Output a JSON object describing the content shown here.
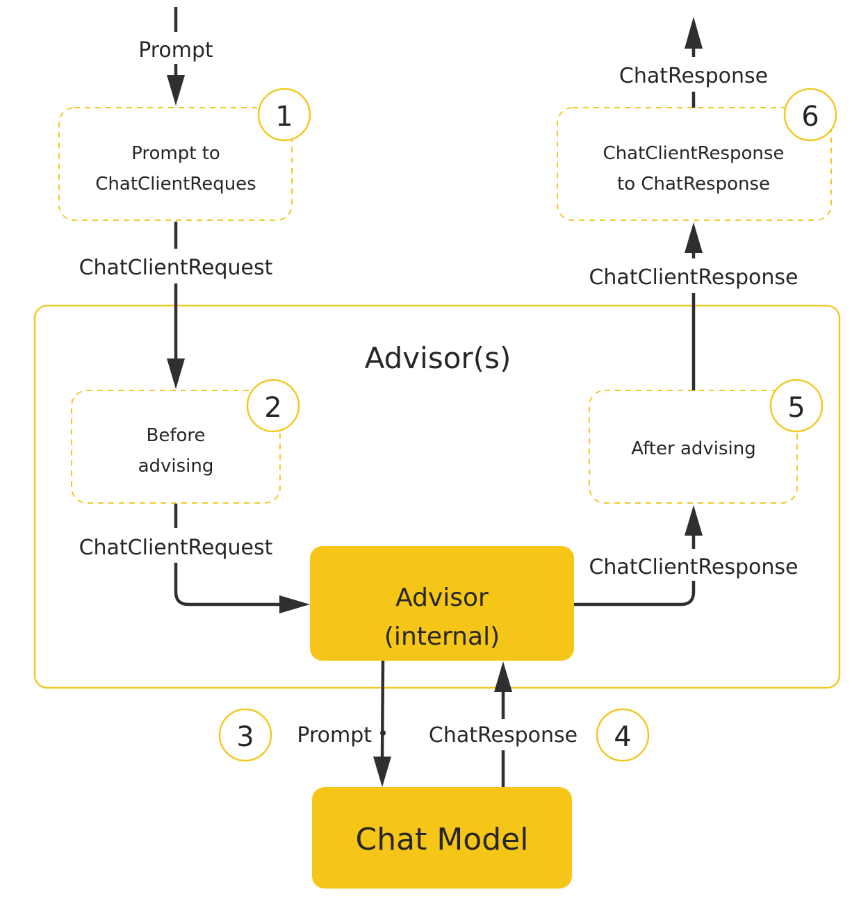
{
  "colors": {
    "accent": "#f5c518",
    "dashed_border": "#f2c924",
    "line": "#2f2f2f",
    "text": "#262626"
  },
  "container": {
    "title": "Advisor(s)"
  },
  "steps": {
    "step1": {
      "number": "1",
      "line1": "Prompt to",
      "line2": "ChatClientReques"
    },
    "step2": {
      "number": "2",
      "line1": "Before",
      "line2": "advising"
    },
    "step3": {
      "number": "3"
    },
    "step4": {
      "number": "4"
    },
    "step5": {
      "number": "5",
      "label": "After advising"
    },
    "step6": {
      "number": "6",
      "line1": "ChatClientResponse",
      "line2": "to ChatResponse"
    }
  },
  "blocks": {
    "advisor_internal": {
      "line1": "Advisor",
      "line2": "(internal)"
    },
    "chat_model": {
      "label": "Chat Model"
    }
  },
  "edges": {
    "input_prompt": "Prompt",
    "request_1": "ChatClientRequest",
    "request_2": "ChatClientRequest",
    "prompt_to_model": "Prompt",
    "response_from_model": "ChatResponse",
    "response_1": "ChatClientResponse",
    "response_2": "ChatClientResponse",
    "output_response": "ChatResponse"
  }
}
